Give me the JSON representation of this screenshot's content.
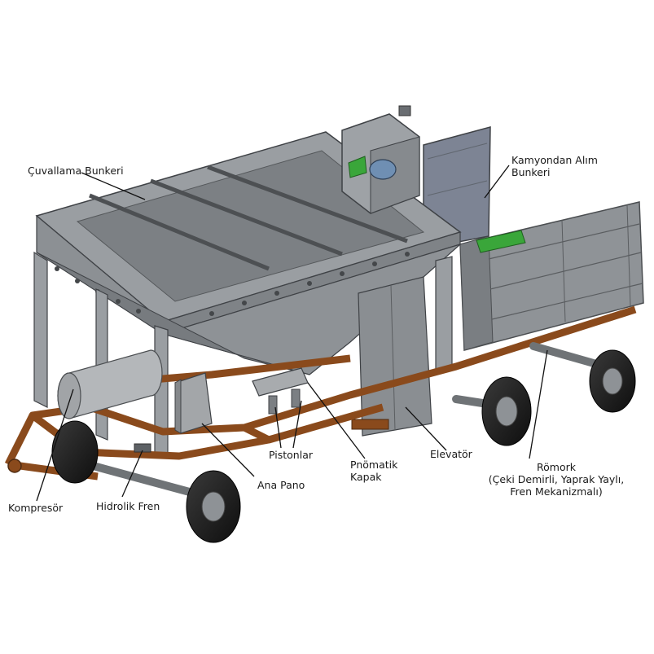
{
  "colors": {
    "steel": "#8e9296",
    "steel_dark": "#5d6165",
    "steel_light": "#b9bcbf",
    "frame": "#8a4a1c",
    "green": "#3aa63a",
    "tire": "#1b1b1b",
    "blue_panel": "#7d8494",
    "motor_blue": "#6f8fb3"
  },
  "labels": {
    "cuvallama_bunkeri": "Çuvallama Bunkeri",
    "kamyondan_alim_1": "Kamyondan Alım",
    "kamyondan_alim_2": "Bunkeri",
    "pistonlar": "Pistonlar",
    "pnomatik_1": "Pnömatik",
    "pnomatik_2": "Kapak",
    "elevator": "Elevatör",
    "romork_1": "Römork",
    "romork_2": "(Çeki Demirli, Yaprak Yaylı,",
    "romork_3": "Fren Mekanizmalı)",
    "ana_pano": "Ana Pano",
    "kompresor": "Kompresör",
    "hidrolik_fren": "Hidrolik Fren"
  }
}
